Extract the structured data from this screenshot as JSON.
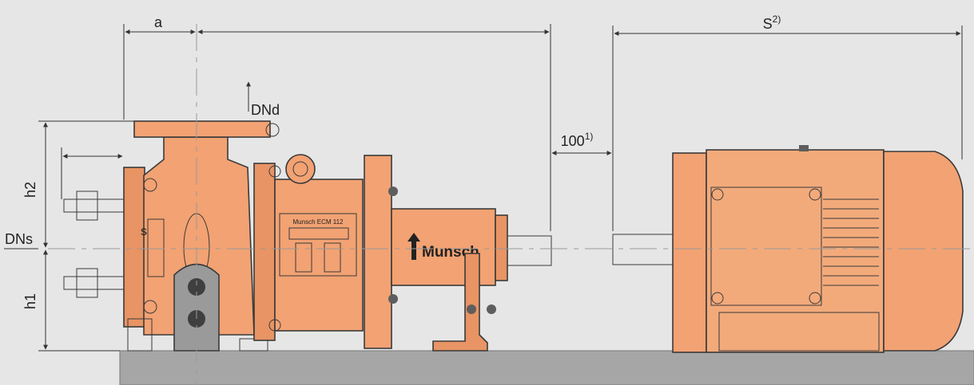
{
  "dimensions": {
    "a": "a",
    "s": "S",
    "s_sup": "2)",
    "gap": "100",
    "gap_sup": "1)",
    "h1": "h1",
    "h2": "h2",
    "dns": "DNs",
    "dnd": "DNd",
    "suction_label": "s"
  },
  "pump": {
    "brand": "Munsch",
    "nameplate": "Munsch ECM 112"
  },
  "colors": {
    "body": "#f2a273",
    "body_light": "#f6b98f",
    "body_dark": "#d88a5c",
    "motor": "#f3aa7b",
    "metal": "#5e5e5e",
    "metal_light": "#8a8a8a",
    "base": "#a6a6a6",
    "background": "#e6e6e6"
  }
}
